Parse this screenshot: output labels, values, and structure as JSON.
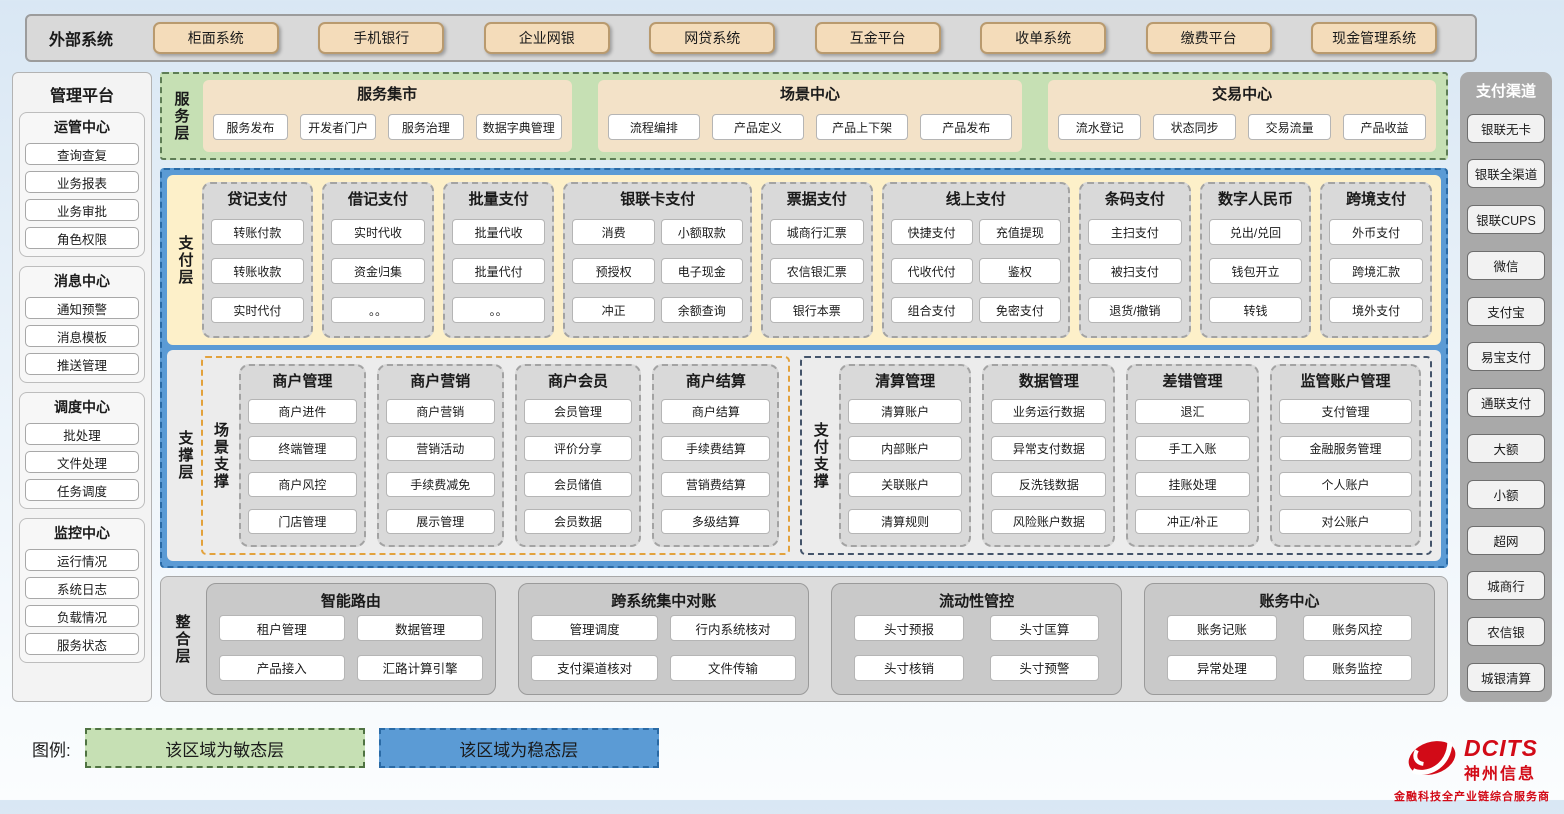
{
  "external": {
    "label": "外部系统",
    "systems": [
      "柜面系统",
      "手机银行",
      "企业网银",
      "网贷系统",
      "互金平台",
      "收单系统",
      "缴费平台",
      "现金管理系统"
    ]
  },
  "management": {
    "title": "管理平台",
    "groups": [
      {
        "title": "运管中心",
        "items": [
          "查询查复",
          "业务报表",
          "业务审批",
          "角色权限"
        ]
      },
      {
        "title": "消息中心",
        "items": [
          "通知预警",
          "消息模板",
          "推送管理"
        ]
      },
      {
        "title": "调度中心",
        "items": [
          "批处理",
          "文件处理",
          "任务调度"
        ]
      },
      {
        "title": "监控中心",
        "items": [
          "运行情况",
          "系统日志",
          "负载情况",
          "服务状态"
        ]
      }
    ]
  },
  "service_layer": {
    "label": "服务层",
    "groups": [
      {
        "title": "服务集市",
        "items": [
          "服务发布",
          "开发者门户",
          "服务治理",
          "数据字典管理"
        ]
      },
      {
        "title": "场景中心",
        "items": [
          "流程编排",
          "产品定义",
          "产品上下架",
          "产品发布"
        ]
      },
      {
        "title": "交易中心",
        "items": [
          "流水登记",
          "状态同步",
          "交易流量",
          "产品收益"
        ]
      }
    ]
  },
  "payment_layer": {
    "label": "支付层",
    "columns": [
      {
        "title": "贷记支付",
        "cols": 1,
        "items": [
          "转账付款",
          "转账收款",
          "实时代付"
        ]
      },
      {
        "title": "借记支付",
        "cols": 1,
        "items": [
          "实时代收",
          "资金归集",
          "。。"
        ]
      },
      {
        "title": "批量支付",
        "cols": 1,
        "items": [
          "批量代收",
          "批量代付",
          "。。"
        ]
      },
      {
        "title": "银联卡支付",
        "cols": 2,
        "items": [
          "消费",
          "小额取款",
          "预授权",
          "电子现金",
          "冲正",
          "余额查询"
        ]
      },
      {
        "title": "票据支付",
        "cols": 1,
        "items": [
          "城商行汇票",
          "农信银汇票",
          "银行本票"
        ]
      },
      {
        "title": "线上支付",
        "cols": 2,
        "items": [
          "快捷支付",
          "充值提现",
          "代收代付",
          "鉴权",
          "组合支付",
          "免密支付"
        ]
      },
      {
        "title": "条码支付",
        "cols": 1,
        "items": [
          "主扫支付",
          "被扫支付",
          "退货/撤销"
        ]
      },
      {
        "title": "数字人民币",
        "cols": 1,
        "items": [
          "兑出/兑回",
          "钱包开立",
          "转钱"
        ]
      },
      {
        "title": "跨境支付",
        "cols": 1,
        "items": [
          "外币支付",
          "跨境汇款",
          "境外支付"
        ]
      }
    ]
  },
  "support_layer": {
    "label": "支撑层",
    "sections": [
      {
        "label": "场景支撑",
        "style": "orange",
        "columns": [
          {
            "title": "商户管理",
            "items": [
              "商户进件",
              "终端管理",
              "商户风控",
              "门店管理"
            ]
          },
          {
            "title": "商户营销",
            "items": [
              "商户营销",
              "营销活动",
              "手续费减免",
              "展示管理"
            ]
          },
          {
            "title": "商户会员",
            "items": [
              "会员管理",
              "评价分享",
              "会员储值",
              "会员数据"
            ]
          },
          {
            "title": "商户结算",
            "items": [
              "商户结算",
              "手续费结算",
              "营销费结算",
              "多级结算"
            ]
          }
        ]
      },
      {
        "label": "支付支撑",
        "style": "dark",
        "columns": [
          {
            "title": "清算管理",
            "items": [
              "清算账户",
              "内部账户",
              "关联账户",
              "清算规则"
            ]
          },
          {
            "title": "数据管理",
            "items": [
              "业务运行数据",
              "异常支付数据",
              "反洗钱数据",
              "风险账户数据"
            ]
          },
          {
            "title": "差错管理",
            "items": [
              "退汇",
              "手工入账",
              "挂账处理",
              "冲正/补正"
            ]
          },
          {
            "title": "监管账户管理",
            "wider": true,
            "items": [
              "支付管理",
              "金融服务管理",
              "个人账户",
              "对公账户"
            ]
          }
        ]
      }
    ]
  },
  "integration_layer": {
    "label": "整合层",
    "groups": [
      {
        "title": "智能路由",
        "items": [
          "租户管理",
          "数据管理",
          "产品接入",
          "汇路计算引擎"
        ]
      },
      {
        "title": "跨系统集中对账",
        "items": [
          "管理调度",
          "行内系统核对",
          "支付渠道核对",
          "文件传输"
        ]
      },
      {
        "title": "流动性管控",
        "narrow": true,
        "items": [
          "头寸预报",
          "头寸匡算",
          "头寸核销",
          "头寸预警"
        ]
      },
      {
        "title": "账务中心",
        "narrow": true,
        "items": [
          "账务记账",
          "账务风控",
          "异常处理",
          "账务监控"
        ]
      }
    ]
  },
  "channels": {
    "title": "支付渠道",
    "items": [
      "银联无卡",
      "银联全渠道",
      "银联CUPS",
      "微信",
      "支付宝",
      "易宝支付",
      "通联支付",
      "大额",
      "小额",
      "超网",
      "城商行",
      "农信银",
      "城银清算"
    ]
  },
  "legend": {
    "label": "图例:",
    "agile": "该区域为敏态层",
    "stable": "该区域为稳态层"
  },
  "logo": {
    "name": "DCITS",
    "cn": "神州信息",
    "tagline": "金融科技全产业链综合服务商"
  },
  "colors": {
    "agile_green": "#c6e0b4",
    "stable_blue": "#5b9bd5",
    "cream": "#fdf0c9",
    "tan": "#f4dcba",
    "gray_box": "#d9d9d9",
    "brand_red": "#d20a17"
  }
}
